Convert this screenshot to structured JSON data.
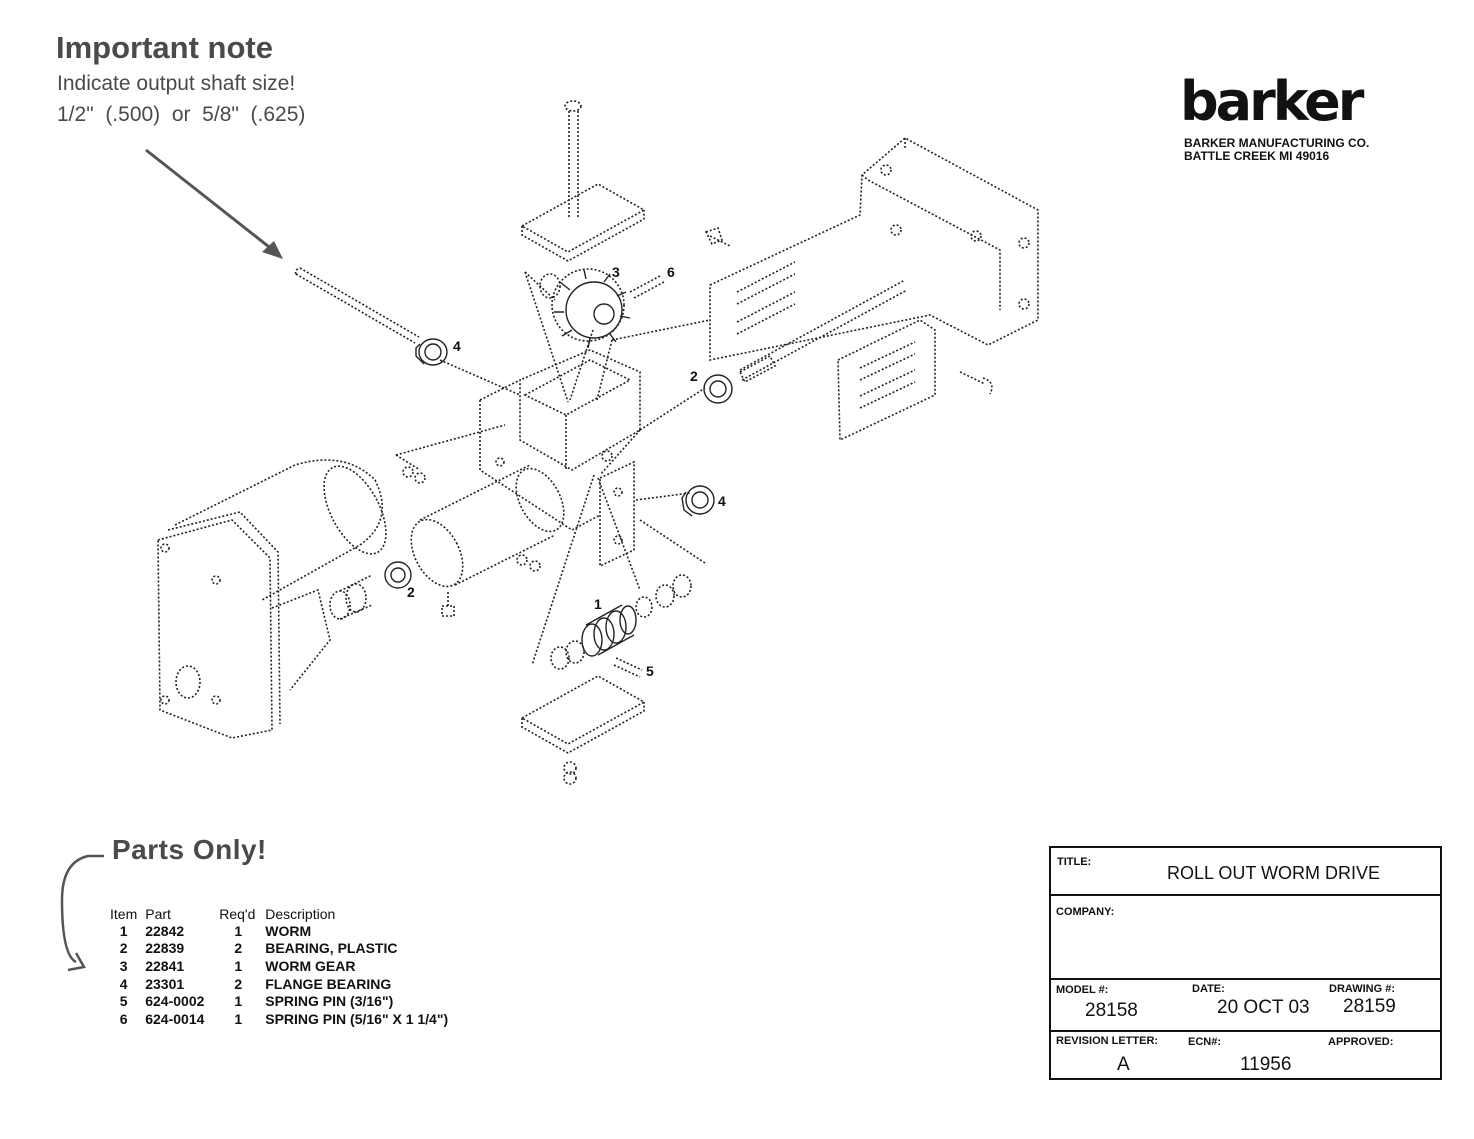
{
  "note": {
    "title": "Important note",
    "line1": "Indicate output shaft size!",
    "line2": "1/2\"  (.500)  or  5/8\"  (.625)"
  },
  "brand": {
    "logo": "barker",
    "company": "BARKER MANUFACTURING CO.",
    "city": "BATTLE CREEK  MI  49016"
  },
  "parts_heading": "Parts Only!",
  "parts_table": {
    "headers": [
      "Item",
      "Part",
      "Req'd",
      "Description"
    ],
    "rows": [
      {
        "item": "1",
        "part": "22842",
        "req": "1",
        "desc": "WORM"
      },
      {
        "item": "2",
        "part": "22839",
        "req": "2",
        "desc": "BEARING, PLASTIC"
      },
      {
        "item": "3",
        "part": "22841",
        "req": "1",
        "desc": "WORM GEAR"
      },
      {
        "item": "4",
        "part": "23301",
        "req": "2",
        "desc": "FLANGE BEARING"
      },
      {
        "item": "5",
        "part": "624-0002",
        "req": "1",
        "desc": "SPRING PIN (3/16\")"
      },
      {
        "item": "6",
        "part": "624-0014",
        "req": "1",
        "desc": "SPRING PIN (5/16\" X 1 1/4\")"
      }
    ]
  },
  "title_block": {
    "title_label": "TITLE:",
    "title": "ROLL OUT WORM DRIVE",
    "company_label": "COMPANY:",
    "company": "",
    "model_label": "MODEL #:",
    "model": "28158",
    "date_label": "DATE:",
    "date": "20 OCT 03",
    "drawing_label": "DRAWING #:",
    "drawing": "28159",
    "revision_label": "REVISION LETTER:",
    "revision": "A",
    "ecn_label": "ECN#:",
    "ecn": "11956",
    "approved_label": "APPROVED:",
    "approved": ""
  },
  "callouts": {
    "c1": "1",
    "c2a": "2",
    "c2b": "2",
    "c3": "3",
    "c4a": "4",
    "c4b": "4",
    "c5": "5",
    "c6": "6"
  }
}
